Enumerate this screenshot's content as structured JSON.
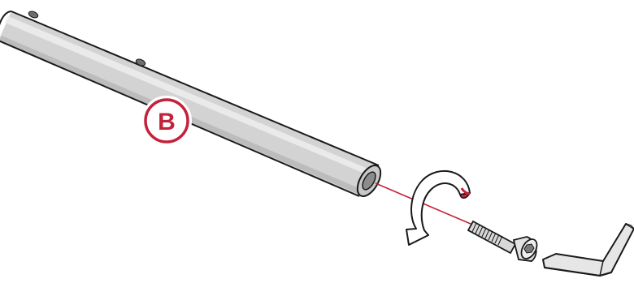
{
  "diagram": {
    "part_label": "B",
    "accent_color": "#c4213a",
    "tube_color": "#d3d3d3",
    "tube_highlight_color": "#ececec",
    "outline_color": "#1a1a1a",
    "parts": [
      {
        "name": "tube",
        "icon": "tube-icon"
      },
      {
        "name": "screw",
        "icon": "screw-icon"
      },
      {
        "name": "hex-key",
        "icon": "hex-key-icon"
      },
      {
        "name": "rotation-arrow",
        "icon": "rotate-arrow-icon"
      }
    ]
  }
}
